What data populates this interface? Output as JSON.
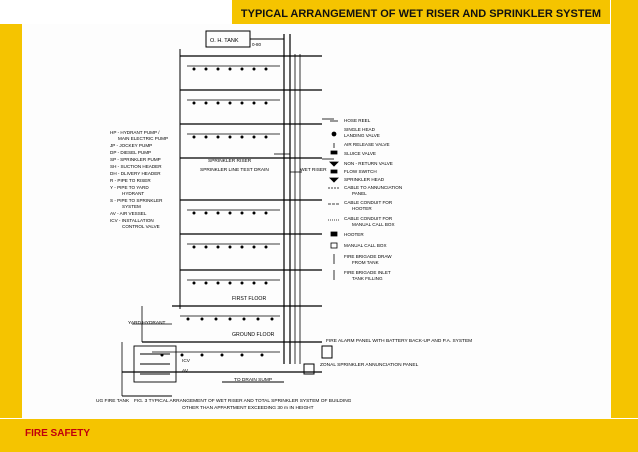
{
  "slide": {
    "title": "TYPICAL ARRANGEMENT OF WET RISER AND SPRINKLER SYSTEM",
    "footer": "FIRE SAFETY",
    "accent_color": "#f5c400",
    "footer_text_color": "#c0000c"
  },
  "diagram": {
    "oh_tank_label": "O. H. TANK",
    "tank_pipe_label": "0-80",
    "abbreviations": [
      "HP - HYDRANT PUMP /",
      "MAIN ELECTRIC PUMP",
      "JP - JOCKEY PUMP",
      "DP - DIESEL PUMP",
      "SP - SPRINKLER PUMP",
      "SH - SUCTION HEADER",
      "DH - DLIVERY HEADER",
      "R - PIPE TO RISER",
      "Y - PIPE TO YARD",
      "HYDRANT",
      "S - PIPE TO SPRINKLER",
      "SYSTEM",
      "AV - AIR VESSEL",
      "ICV - INSTALLATION",
      "CONTROL VALVE"
    ],
    "legend": [
      "HOSE REEL",
      "SINGLE HEAD",
      "LANDING VALVE",
      "AIR RELEASE VALVE",
      "SLUICE VALVE",
      "NON - RETURN VALVE",
      "FLOW SWITCH",
      "SPRINKLER HEAD",
      "CABLE TO ANNUNCIATION",
      "PANEL",
      "CABLE CONDUIT FOR",
      "HOOTER",
      "CABLE CONDUIT FOR",
      "MANUAL CALL BOX",
      "HOOTER",
      "MANUAL CALL BOX",
      "FIRE BRIGADE DRAW",
      "FROM TANK",
      "FIRE BRIGADE INLET",
      "TANK FILLING"
    ],
    "labels": {
      "sprinkler_riser": "SPRINKLER RISER",
      "sprinkler_test_drain": "SPRINKLER LINE TEST DRAIN",
      "wet_riser": "WET RISER",
      "first_floor": "FIRST FLOOR",
      "ground_floor": "GROUND FLOOR",
      "yard_hydrant": "YARD HYDRANT",
      "ug_fire_tank": "UG FIRE TANK",
      "icv": "ICV",
      "av": "AV",
      "drain_sump": "TO DRAIN SUMP",
      "fire_alarm_panel": "FIRE ALARM PANEL WITH BATTERY BACK-UP AND P.A. SYSTEM",
      "zonal_panel": "ZONAL SPRINKLER ANNUNCIATION PANEL"
    },
    "caption_line1": "FIG. 3 TYPICAL ARRANGEMENT OF WET RISER AND TOTAL SPRINKLER SYSTEM OF BUILDING",
    "caption_line2": "OTHER THAN APPARTMENT EXCEEDING 30 m IN HEIGHT"
  }
}
